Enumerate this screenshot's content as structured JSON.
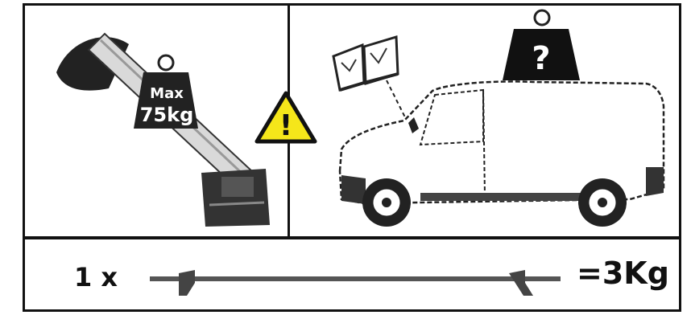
{
  "roof_bar_panel": {
    "weight_badge_line1": "Max",
    "weight_badge_line2": "75kg"
  },
  "van_panel": {
    "unknown_weight_symbol": "?"
  },
  "warning": {
    "symbol": "!",
    "color": "#f5e61a"
  },
  "bottom": {
    "quantity": "1 x",
    "result": "=3Kg"
  }
}
